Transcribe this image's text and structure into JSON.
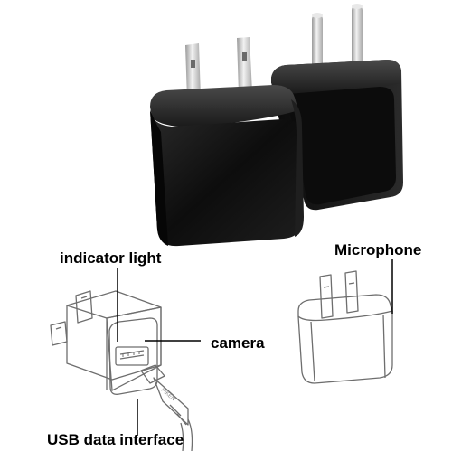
{
  "labels": {
    "indicator_light": "indicator light",
    "camera": "camera",
    "usb": "USB data interface",
    "microphone": "Microphone",
    "cable_print": "PIKEN"
  },
  "colors": {
    "charger_body": "#131313",
    "prong": "#d9d9d9",
    "line_art": "#6e6e6e",
    "label_text": "#000000",
    "leader_line": "#000000"
  },
  "icons": {
    "us_charger": "us-plug-charger",
    "eu_charger": "eu-plug-charger"
  }
}
